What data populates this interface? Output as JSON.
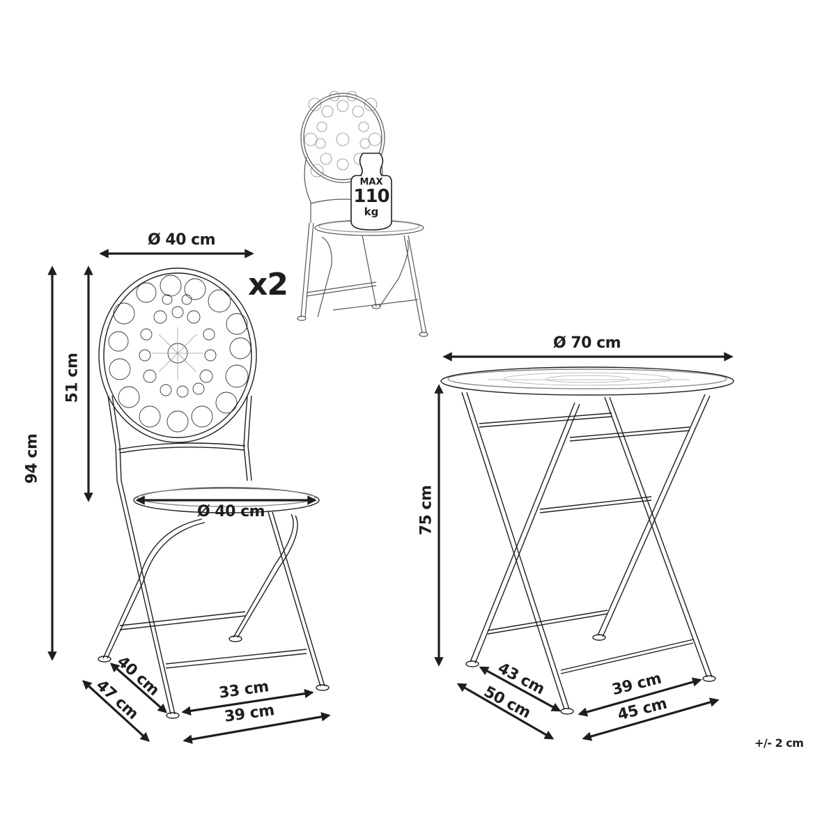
{
  "diagram": {
    "subject": "Folding bistro set: 1 round table and 2 chairs",
    "colors": {
      "line": "#1e1e1e",
      "background": "#ffffff",
      "pattern_light": "#9a9a9a"
    }
  },
  "chair": {
    "quantity_label": "x2",
    "backrest_diameter": "Ø 40 cm",
    "seat_diameter": "Ø 40 cm",
    "total_height": "94 cm",
    "backrest_height": "51 cm",
    "seat_depth": "40 cm",
    "base_depth": "47 cm",
    "seat_width": "33 cm",
    "base_width": "39 cm"
  },
  "load": {
    "max_label": "MAX",
    "value": "110",
    "unit": "kg"
  },
  "table": {
    "top_diameter": "Ø 70 cm",
    "height": "75 cm",
    "inner_depth": "43 cm",
    "base_depth": "50 cm",
    "inner_width": "39 cm",
    "base_width": "45 cm"
  },
  "tolerance": "+/- 2 cm"
}
